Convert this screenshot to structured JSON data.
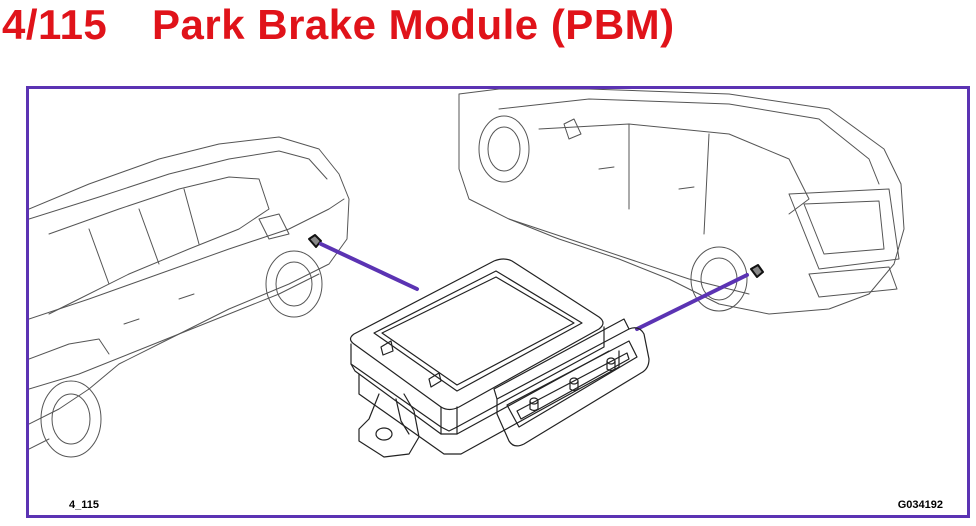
{
  "header": {
    "number": "4/115",
    "title": "Park Brake Module (PBM)"
  },
  "figure": {
    "ref_left": "4_115",
    "ref_right": "G034192",
    "frame_color": "#5b33b3",
    "leader_color": "#5b33b3",
    "title_color": "#e0131a",
    "items": [
      "sedan-car",
      "estate-car",
      "park-brake-module"
    ]
  }
}
